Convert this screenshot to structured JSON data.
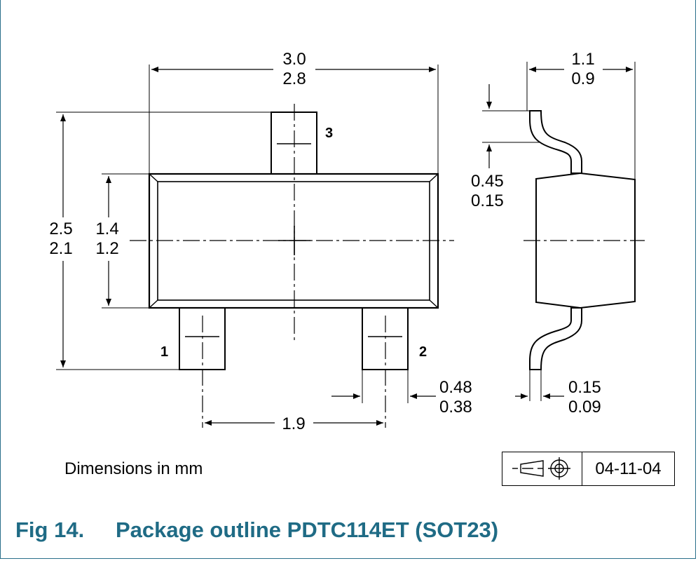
{
  "figure": {
    "caption_number": "Fig 14.",
    "caption_title": "Package outline PDTC114ET (SOT23)",
    "units_note": "Dimensions in mm",
    "date_code": "04-11-04",
    "projection_symbol": "third-angle-projection-icon"
  },
  "pins": {
    "pin1": "1",
    "pin2": "2",
    "pin3": "3"
  },
  "dimensions": {
    "body_length_max": "3.0",
    "body_length_min": "2.8",
    "overall_height_max": "2.5",
    "overall_height_min": "2.1",
    "body_width_max": "1.4",
    "body_width_min": "1.2",
    "lead_pitch": "1.9",
    "lead_width_max": "0.48",
    "lead_width_min": "0.38",
    "side_height_max": "1.1",
    "side_height_min": "0.9",
    "lead_foot_max": "0.45",
    "lead_foot_min": "0.15",
    "lead_thickness_max": "0.15",
    "lead_thickness_min": "0.09"
  },
  "colors": {
    "caption": "#1f6b85",
    "frame": "#2a6f8a",
    "line": "#000000"
  }
}
